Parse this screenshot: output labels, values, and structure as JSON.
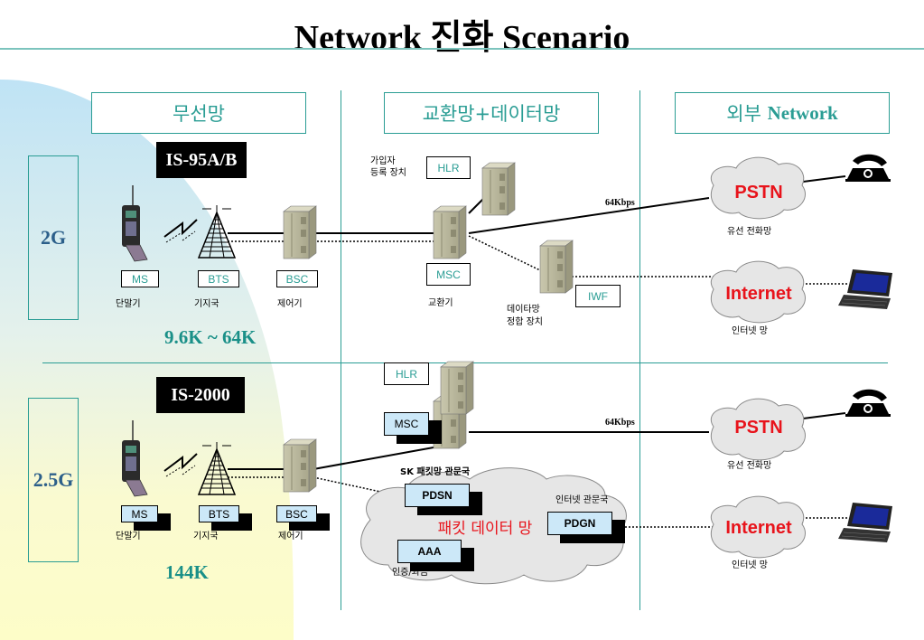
{
  "title": "Network 진화 Scenario",
  "columns": {
    "wireless": "무선망",
    "switching": "교환망+데이터망",
    "external_prefix": "외부",
    "external_suffix": "Network"
  },
  "colors": {
    "accent": "#2a9d94",
    "generation_text": "#2c5f8a",
    "speed_text": "#1a9088",
    "cloud_text": "#e8131b",
    "tag_fill": "#cce8f8"
  },
  "gen2": {
    "label": "2G",
    "standard": "IS-95A/B",
    "speed": "9.6K ~ 64K",
    "ms": {
      "tag": "MS",
      "desc": "단말기"
    },
    "bts": {
      "tag": "BTS",
      "desc": "기지국"
    },
    "bsc": {
      "tag": "BSC",
      "desc": "제어기"
    },
    "hlr": {
      "tag": "HLR",
      "desc_line1": "가입자",
      "desc_line2": "등록 장치"
    },
    "msc": {
      "tag": "MSC",
      "desc": "교환기"
    },
    "iwf": {
      "tag": "IWF",
      "desc_line1": "데이타망",
      "desc_line2": "정합 장치"
    },
    "link_rate": "64Kbps",
    "pstn": {
      "label": "PSTN",
      "desc": "유선 전화망"
    },
    "internet": {
      "label": "Internet",
      "desc": "인터넷 망"
    }
  },
  "gen25": {
    "label": "2.5G",
    "standard": "IS-2000",
    "speed": "144K",
    "ms": {
      "tag": "MS",
      "desc": "단말기"
    },
    "bts": {
      "tag": "BTS",
      "desc": "기지국"
    },
    "bsc": {
      "tag": "BSC",
      "desc": "제어기"
    },
    "hlr": {
      "tag": "HLR"
    },
    "msc": {
      "tag": "MSC"
    },
    "link_rate": "64Kbps",
    "packet_network": "패킷 데이터 망",
    "pdsn": {
      "tag": "PDSN",
      "desc": "SK 패킷망 관문국"
    },
    "pdgn": {
      "tag": "PDGN",
      "desc": "인터넷 관문국"
    },
    "aaa": {
      "tag": "AAA",
      "desc": "인증/과금"
    },
    "pstn": {
      "label": "PSTN",
      "desc": "유선 전화망"
    },
    "internet": {
      "label": "Internet",
      "desc": "인터넷 망"
    }
  }
}
